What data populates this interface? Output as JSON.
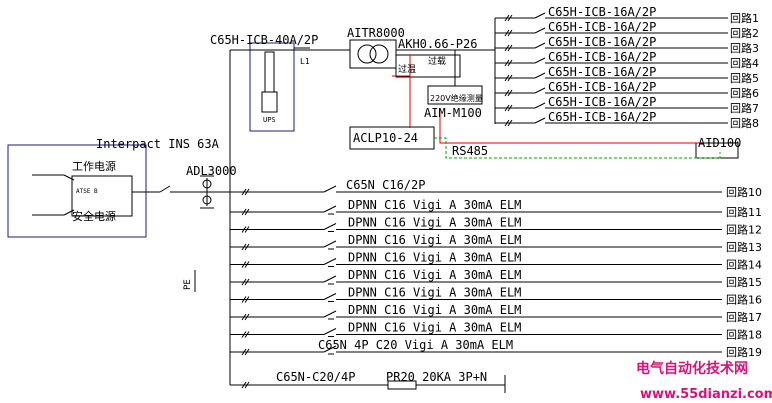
{
  "diagram": {
    "main_breaker": "C65H-ICB-40A/2P",
    "transformer": "AITR8000",
    "isolation_monitor": "AKH0.66-P26",
    "insulation_module": "AIM-M100",
    "alarm_unit": "ACLP10-24",
    "bus_label": "RS485",
    "alarm_display": "AID100",
    "ats_switch": "Interpact INS 63A",
    "meter": "ADL3000",
    "ups_label": "UPS",
    "l1_label": "L1",
    "overtemp_label": "过温",
    "overload_label": "过载",
    "insulation_label": "220V绝缘测量",
    "pe_label": "PE",
    "ats_work_source": "工作电源",
    "ats_safe_source": "安全电源",
    "ats_label": "ATSE B",
    "upper_branches": [
      {
        "breaker": "C65H-ICB-16A/2P",
        "circuit": "回路1"
      },
      {
        "breaker": "C65H-ICB-16A/2P",
        "circuit": "回路2"
      },
      {
        "breaker": "C65H-ICB-16A/2P",
        "circuit": "回路3"
      },
      {
        "breaker": "C65H-ICB-16A/2P",
        "circuit": "回路4"
      },
      {
        "breaker": "C65H-ICB-16A/2P",
        "circuit": "回路5"
      },
      {
        "breaker": "C65H-ICB-16A/2P",
        "circuit": "回路6"
      },
      {
        "breaker": "C65H-ICB-16A/2P",
        "circuit": "回路7"
      },
      {
        "breaker": "C65H-ICB-16A/2P",
        "circuit": "回路8"
      }
    ],
    "lower_branches": [
      {
        "breaker": "C65N C16/2P",
        "circuit": "回路10"
      },
      {
        "breaker": "DPNN C16 Vigi A 30mA ELM",
        "circuit": "回路11"
      },
      {
        "breaker": "DPNN C16 Vigi A 30mA ELM",
        "circuit": "回路12"
      },
      {
        "breaker": "DPNN C16 Vigi A 30mA ELM",
        "circuit": "回路13"
      },
      {
        "breaker": "DPNN C16 Vigi A 30mA ELM",
        "circuit": "回路14"
      },
      {
        "breaker": "DPNN C16 Vigi A 30mA ELM",
        "circuit": "回路15"
      },
      {
        "breaker": "DPNN C16 Vigi A 30mA ELM",
        "circuit": "回路16"
      },
      {
        "breaker": "DPNN C16 Vigi A 30mA ELM",
        "circuit": "回路17"
      },
      {
        "breaker": "DPNN C16 Vigi A 30mA ELM",
        "circuit": "回路18"
      },
      {
        "breaker": "C65N 4P C20 Vigi A 30mA ELM",
        "circuit": "回路19"
      }
    ],
    "spd_breaker": "C65N-C20/4P",
    "spd": "PR20 20KA 3P+N"
  },
  "watermark": {
    "line1": "电气自动化技术网",
    "line2": "www.55dianzi.com"
  },
  "colors": {
    "line": "#000000",
    "frame": "#1a1a80",
    "red_wire": "#e00000",
    "green_wire": "#00aa00",
    "watermark": "#d4147a"
  }
}
